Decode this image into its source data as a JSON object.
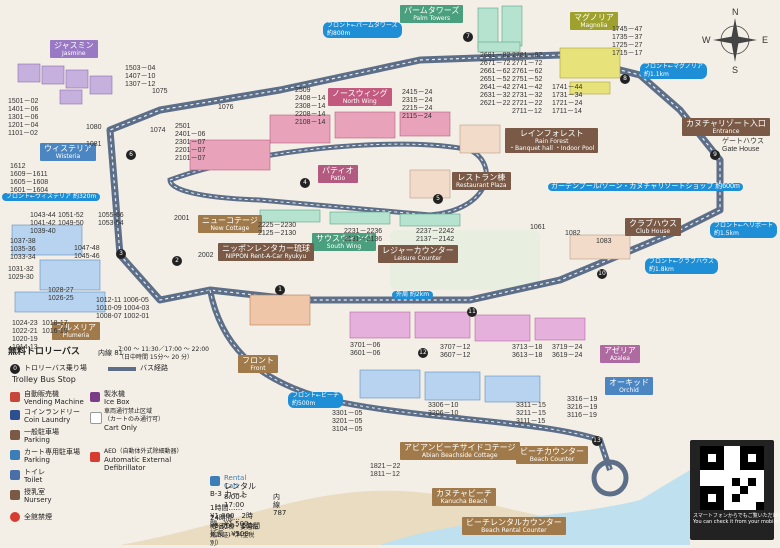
{
  "buildings": {
    "jasmine": {
      "ja": "ジャスミン",
      "en": "Jasmine"
    },
    "palm_towers": {
      "ja": "パームタワーズ",
      "en": "Palm Towers"
    },
    "magnolia": {
      "ja": "マグノリア",
      "en": "Magnolia"
    },
    "north_wing": {
      "ja": "ノースウィング",
      "en": "North Wing"
    },
    "wisteria": {
      "ja": "ウィステリア",
      "en": "Wisteria"
    },
    "rain_forest": {
      "ja": "レインフォレスト",
      "en": "Rain Forest",
      "sub": "・Banquet hall ・Indoor Pool"
    },
    "patio": {
      "ja": "パティオ",
      "en": "Patio"
    },
    "restaurant_plaza": {
      "ja": "レストラン棟",
      "en": "Restaurant Plaza"
    },
    "new_cottage": {
      "ja": "ニューコテージ",
      "en": "New Cottage"
    },
    "south_wing": {
      "ja": "サウスウィング",
      "en": "South Wing"
    },
    "leisure_counter": {
      "ja": "レジャーカウンター",
      "en": "Leisure Counter"
    },
    "nippon_rent": {
      "ja": "ニッポンレンタカー琉球",
      "en": "NIPPON Rent-A-Car Ryukyu"
    },
    "club_house": {
      "ja": "クラブハウス",
      "en": "Club House"
    },
    "kanucha_entrance": {
      "ja": "カヌチャリゾート入口",
      "en": "Entrance"
    },
    "gate_house": {
      "ja": "ゲートハウス",
      "en": "Gate House"
    },
    "plumeria": {
      "ja": "プルメリア",
      "en": "Plumeria"
    },
    "front": {
      "ja": "フロント",
      "en": "Front"
    },
    "azalea": {
      "ja": "アゼリア",
      "en": "Azalea"
    },
    "orchid": {
      "ja": "オーキッド",
      "en": "Orchid"
    },
    "abian": {
      "ja": "アビアンビーチサイドコテージ",
      "en": "Abian Beachside Cottage"
    },
    "beach_counter": {
      "ja": "ビーチカウンター",
      "en": "Beach Counter"
    },
    "kanucha_beach": {
      "ja": "カヌチャビーチ",
      "en": "Kanucha Beach"
    },
    "beach_rental": {
      "ja": "ビーチレンタルカウンター",
      "en": "Beach Rental Counter"
    },
    "garden_shop": "ガーデンプール/ゾーン・カヌチャリゾートショップ"
  },
  "distances": {
    "front_palm": "フロント←パームタワーズ",
    "front_palm_d": "約800m",
    "front_magnolia": "フロント←マグノリア",
    "front_magnolia_d": "約1.1km",
    "front_wisteria": "フロント←ウィステリア",
    "front_wisteria_d": "約320m",
    "front_heliport": "フロント←ヘリポート",
    "front_heliport_d": "約1.5km",
    "front_clubhouse": "フロント←クラブハウス",
    "front_clubhouse_d": "約1.8km",
    "front_beach": "フロント←ビーチ",
    "front_beach_d": "約500m",
    "outer_loop": "外周 約2km",
    "garden_d": "約600m"
  },
  "rooms": {
    "jasmine": "1503－04\n1407－10\n1307－12",
    "jasmine_b": "1501－02\n1401－06\n1301－06\n1201－04\n1101－02",
    "wisteria": "1612\n1609－1611\n1605－1608\n1601－1604",
    "w2": "1043-44\n1041-42\n1039-40",
    "w3": "1051-52\n1049-50",
    "w4": "1055-56\n1053-54",
    "w5": "1037-38\n1035-36\n1033-34",
    "w6": "1047-48\n1045-46",
    "w7": "1031-32\n1029-30",
    "w8": "1028-27\n1026-25",
    "w9": "1024-23\n1022-21\n1020-19\n1014-13",
    "w10": "1018-17\n1016-15",
    "w11": "1012-11 1006-05\n1010-09 1004-03\n1008-07 1002-01",
    "nw1": "2509\n2408－14\n2308－14\n2208－14\n2108－14",
    "nw2": "2501\n2401－06\n2301－07\n2201－07\n2101－07",
    "nw3": "2415－24\n2315－24\n2215－24\n2115－24",
    "pt1": "2681－82\n2671－72\n2661－62\n2651－52\n2641－42\n2631－32\n2621－22",
    "pt2": "2781－82\n2771－72\n2761－62\n2751－52\n2741－42\n2731－32\n2721－22\n2711－12",
    "mg1": "1745－47\n1735－37\n1725－27\n1715－17",
    "mg2": "1741－44\n1731－34\n1721－24\n1711－14",
    "sw1": "2225－2230\n2125－2130",
    "sw2": "2231－2236\n2131－2136",
    "sw3": "2237－2242\n2137－2142",
    "n1075": "1075",
    "n1076": "1076",
    "n1074": "1074",
    "n1080": "1080",
    "n1081": "1081",
    "n2001": "2001",
    "n2002": "2002",
    "n1061": "1061",
    "n1082": "1082",
    "n1083": "1083",
    "az1": "3701－06\n3601－06",
    "az2": "3707－12\n3607－12",
    "az3": "3713－18\n3613－18",
    "az4": "3719－24\n3619－24",
    "or1": "3301－05\n3201－05\n3104－05",
    "or2": "3306－10\n3206－10",
    "or3": "3311－15\n3211－15\n3111－15",
    "or4": "3316－19\n3216－19\n3116－19",
    "ab": "1821－22\n1811－12"
  },
  "legend": {
    "trolley_title": "無料トロリーバス",
    "trolley_time": "7:00 ～ 11:30／17:00 ～ 22:00\n（日中時間 15分～ 20 分）",
    "inner": "内線 81",
    "stop_ja": "トロリーバス乗り場",
    "stop_en": "Trolley Bus Stop",
    "route": "バス経路",
    "vending_ja": "自動販売機",
    "vending_en": "Vending Machine",
    "ice_ja": "製氷機",
    "ice_en": "Ice Box",
    "laundry_ja": "コインランドリー",
    "laundry_en": "Coin Laundry",
    "parking_ja": "一般駐車場",
    "parking_en": "Parking",
    "cartonly_ja": "車両通行禁止区域\n（カートのみ通行可）",
    "cartonly_en": "Cart Only",
    "cartpark_ja": "カート専用駐車場",
    "cartpark_en": "Parking",
    "toilet_ja": "トイレ",
    "toilet_en": "Toilet",
    "nursery_ja": "授乳室",
    "nursery_en": "Nursery",
    "aed_ja": "AED（自動体外式除細動器）",
    "aed_en": "Automatic External\nDefibrillator",
    "smoking": "全館禁煙",
    "rental_en": "Rental Cart",
    "rental_ja": "レンタルカート",
    "rental_code": "B-3",
    "rental_hours": "8:00～17:00",
    "rental_inner": "内線 787",
    "price1": "1時間……¥1,000　2時間…¥1,500",
    "price2": "24時間…¥5,000　1時間延長…¥500",
    "price_note": "(定員2名・要運転免許証)（料金税別）"
  },
  "qr": {
    "cap": "スマートフォンからでもご覧いただけます。\nYou can check it from your mobile phone."
  },
  "compass": {
    "n": "N",
    "s": "S",
    "e": "E",
    "w": "W"
  },
  "stops": [
    "1",
    "2",
    "3",
    "4",
    "5",
    "6",
    "7",
    "8",
    "9",
    "10",
    "11",
    "12",
    "13"
  ]
}
